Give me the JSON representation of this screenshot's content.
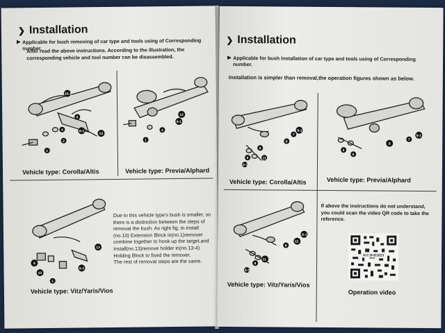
{
  "left_page": {
    "title": "Installation",
    "bullet": "Applicable for bush removing of car type and tools using of Corresponding number.",
    "intro_line1": "After read the above instructions. According to the illustration, the",
    "intro_line2": "corresponding vehicle and tool number can be disassembled.",
    "vehicle_1": "Vehicle type: Corolla/Altis",
    "vehicle_2": "Vehicle type: Previa/Alphard",
    "vehicle_3": "Vehicle type: Vitz/Yaris/Vios",
    "note_lines": [
      "Due to this vehicle type's bush is smaller, so",
      "there is a distinction between the steps of",
      "removal the bush. As right fig, to install",
      "(no.10) Extension Block in(no.1)remover",
      "combine together to hook up the target,and",
      "install(no.13)remove holder in(no.13-4)",
      "Holding Block to fixed the remover.",
      "The rest of removal steps are the same."
    ],
    "callouts_d1": [
      "10-1",
      "5",
      "4",
      "2",
      "1",
      "6-1",
      "13"
    ],
    "callouts_d2": [
      "13",
      "4",
      "6-1",
      "1"
    ],
    "callouts_d3": [
      "8",
      "10",
      "1",
      "6-1",
      "13"
    ]
  },
  "right_page": {
    "title": "Installation",
    "bullet_line1": "Applicable for bush Installation of car type and tools using of Corresponding",
    "bullet_line2": "number.",
    "intro": "Installation is simpler than removal,the operation figures shown as below.",
    "vehicle_1": "Vehicle type: Corolla/Altis",
    "vehicle_2": "Vehicle type: Previa/Alphard",
    "vehicle_3": "Vehicle type: Vitz/Yaris/Vios",
    "callouts_d1": [
      "6-1",
      "7",
      "8",
      "9",
      "11",
      "6",
      "5-1"
    ],
    "callouts_d2": [
      "9",
      "6-1",
      "7",
      "5",
      "5"
    ],
    "callouts_d3": [
      "6-1",
      "12",
      "8",
      "11",
      "9",
      "5-1"
    ],
    "qr_lines": [
      "If above the instructions do not understand,",
      "you could scan the video QR code to take the",
      "reference."
    ],
    "qr_id": "N.C.B-B1623",
    "qr_caption": "Operation video"
  }
}
